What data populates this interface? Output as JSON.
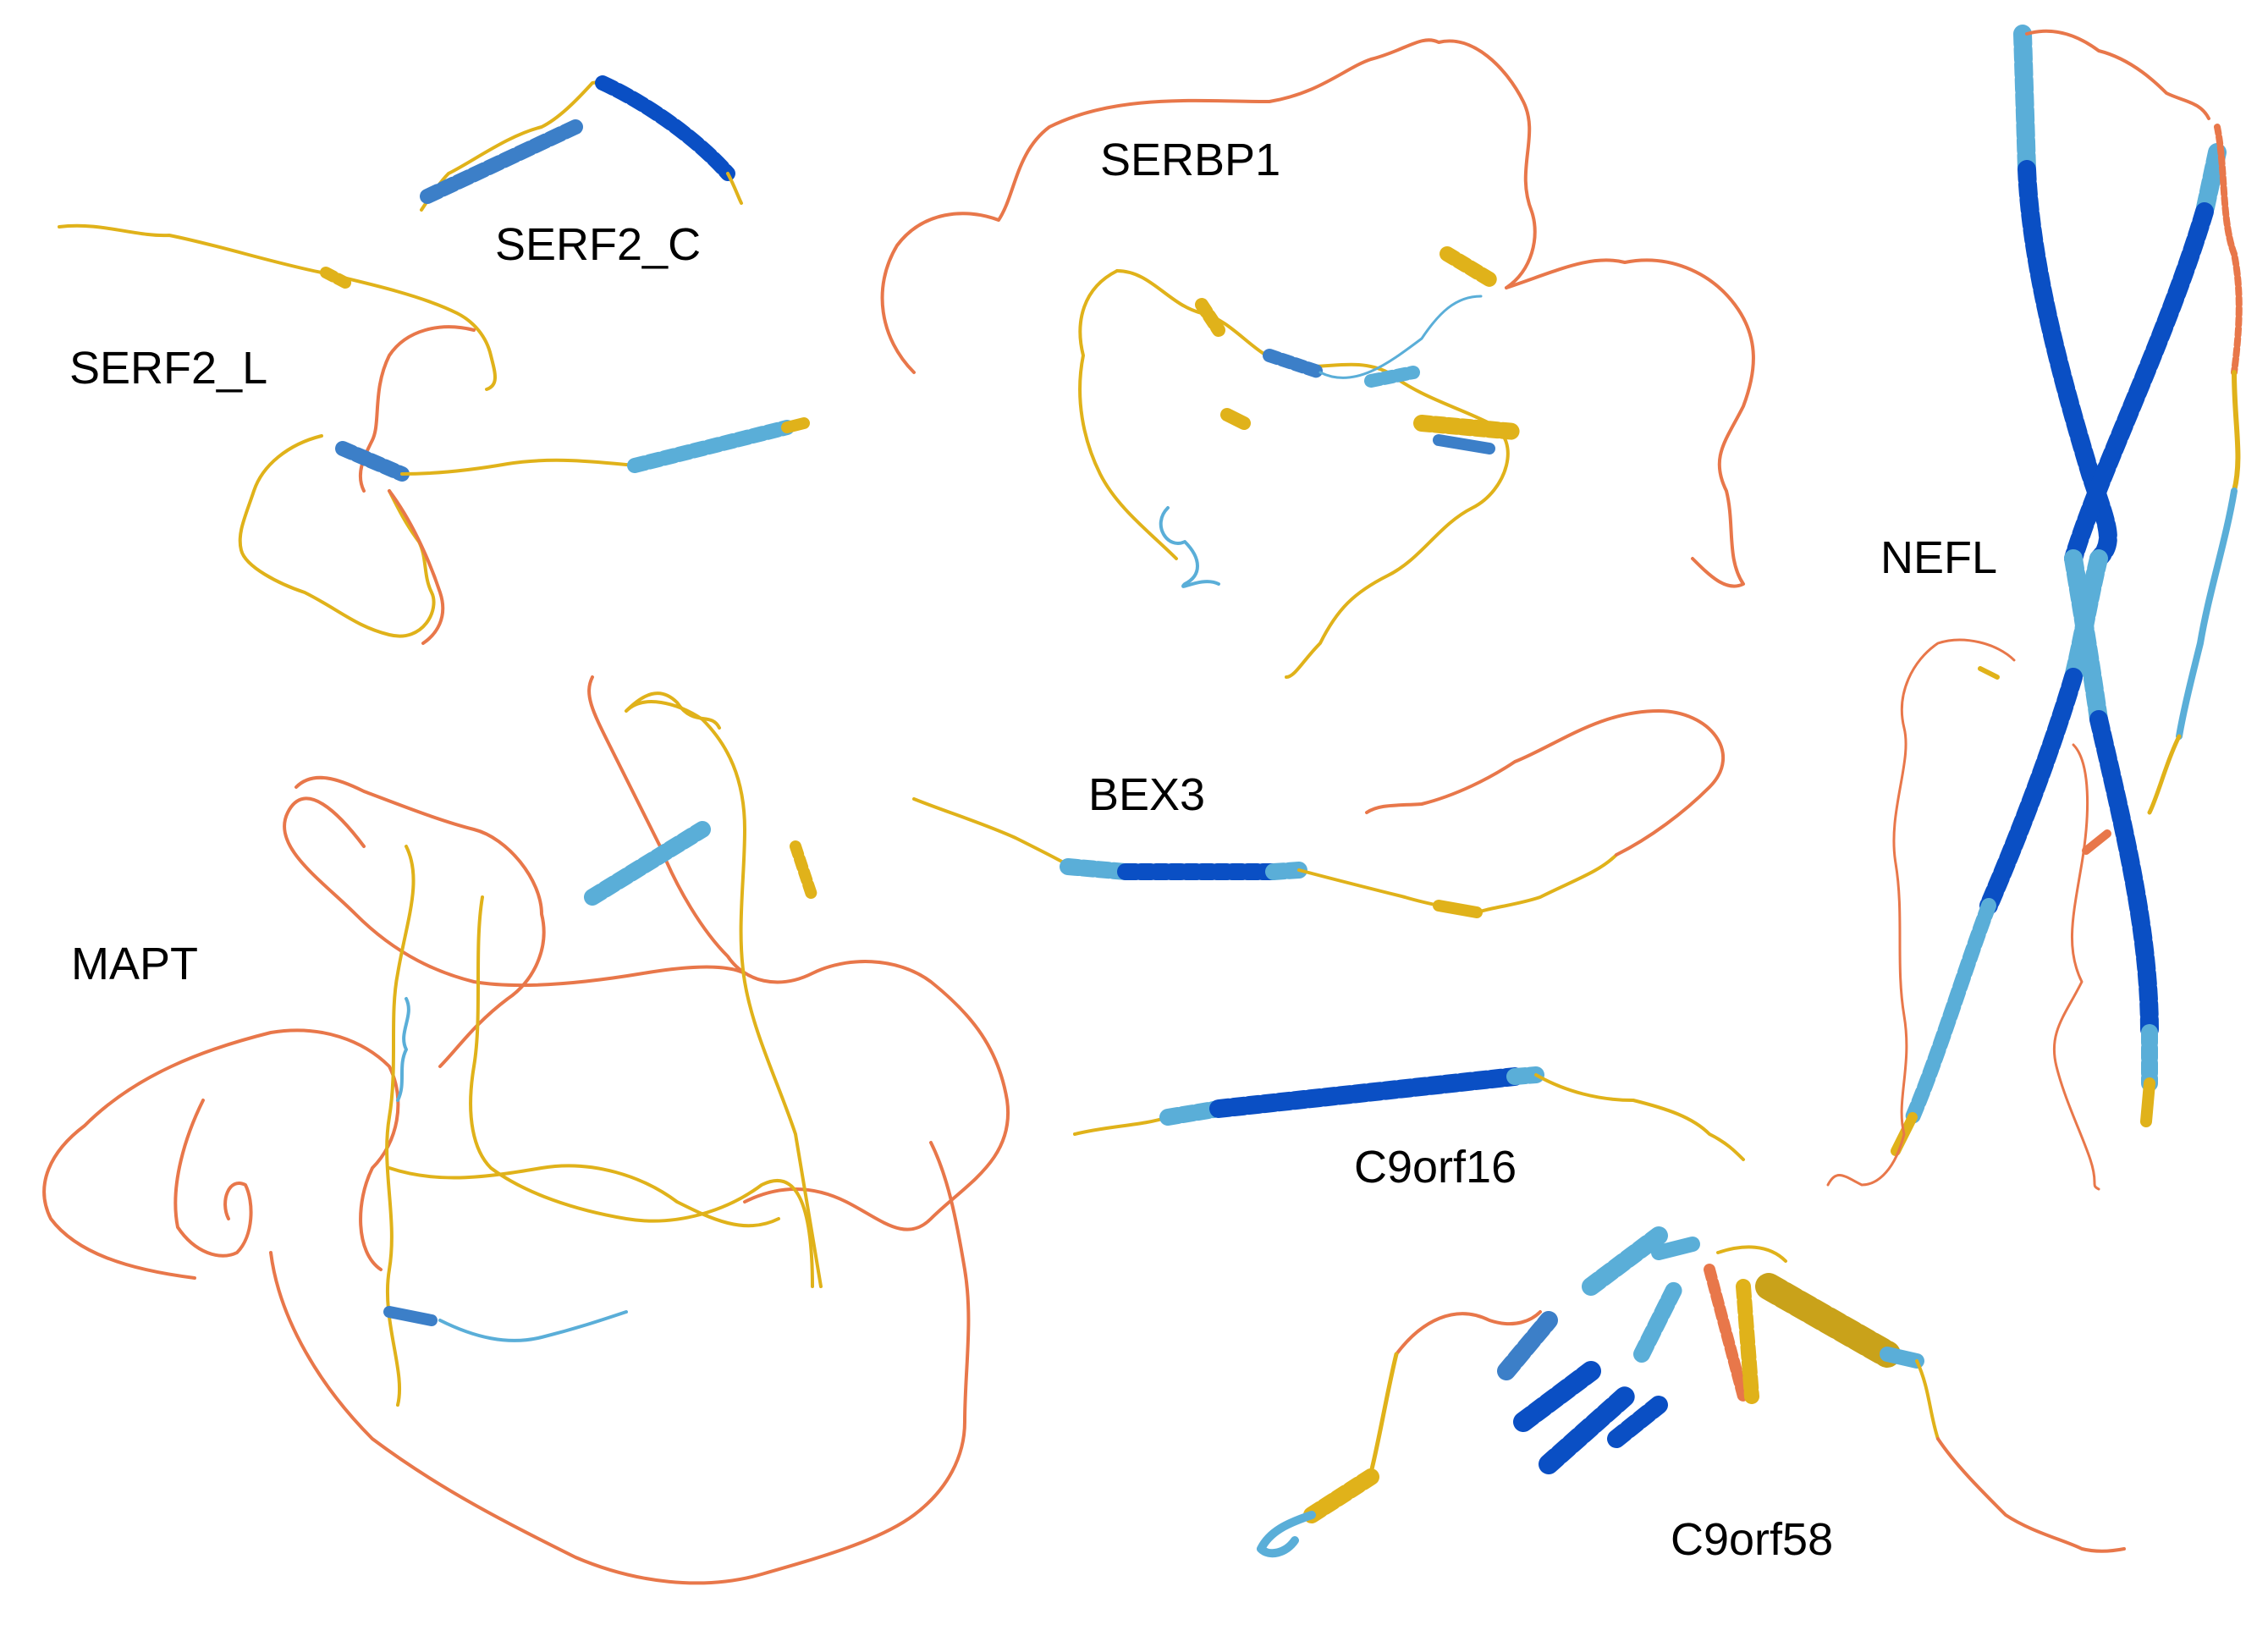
{
  "structures": [
    {
      "id": "serf2c",
      "label": "SERF2_C"
    },
    {
      "id": "serf2l",
      "label": "SERF2_L"
    },
    {
      "id": "serbp1",
      "label": "SERBP1"
    },
    {
      "id": "nefl",
      "label": "NEFL"
    },
    {
      "id": "bex3",
      "label": "BEX3"
    },
    {
      "id": "mapt",
      "label": "MAPT"
    },
    {
      "id": "c9orf16",
      "label": "C9orf16"
    },
    {
      "id": "c9orf58",
      "label": "C9orf58"
    }
  ],
  "colors": {
    "very_high": "#0a4fc4",
    "confident": "#5aaed8",
    "low": "#e0b21a",
    "very_low": "#e8774a"
  }
}
